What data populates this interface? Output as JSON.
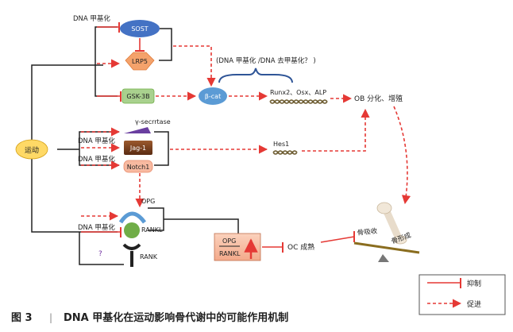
{
  "title": "",
  "caption": {
    "figure_no": "图 3",
    "separator": "|",
    "text": "DNA 甲基化在运动影响骨代谢中的可能作用机制"
  },
  "nodes": {
    "exercise": "运动",
    "sost": "SOST",
    "lrp5": "LRP5",
    "gsk3b": "GSK-3B",
    "bcat": "β-cat",
    "runx2": "Runx2、Osx、ALP",
    "ob": "OB 分化、增殖",
    "gamma_secretase": "γ-secrrtase",
    "jag1": "Jag-1",
    "notch1": "Notch1",
    "hes1": "Hes1",
    "opg": "OPG",
    "rankl": "RANKL",
    "rank": "RANK",
    "question": "?",
    "opg_box": "OPG",
    "rankl_box": "RANKL",
    "oc": "OC 成熟",
    "bone_resorption": "骨吸收",
    "bone_formation": "骨形成"
  },
  "annotations": {
    "dna_methylation_top": "DNA 甲基化",
    "dna_methylation_notch_1": "DNA 甲基化",
    "dna_methylation_notch_2": "DNA 甲基化",
    "dna_methylation_opg": "DNA 甲基化",
    "brace_note": "(DNA 甲基化 /DNA 去甲基化？ )"
  },
  "legend": {
    "inhibit": "抑制",
    "promote": "促进"
  },
  "colors": {
    "inhibit": "#e53935",
    "promote": "#e53935",
    "sost": "#4472c4",
    "lrp5": "#f4a26b",
    "gsk3b": "#a9d18e",
    "bcat": "#5b9bd5",
    "exercise": "#ffd966",
    "jag1": "#7a3e1d",
    "notch1": "#f8b9a0",
    "gamma": "#6a3fa0",
    "opg_arc": "#5b9bd5",
    "rankl_ball": "#70ad47",
    "brace": "#2f5597",
    "seesaw": "#8a6d1f"
  }
}
